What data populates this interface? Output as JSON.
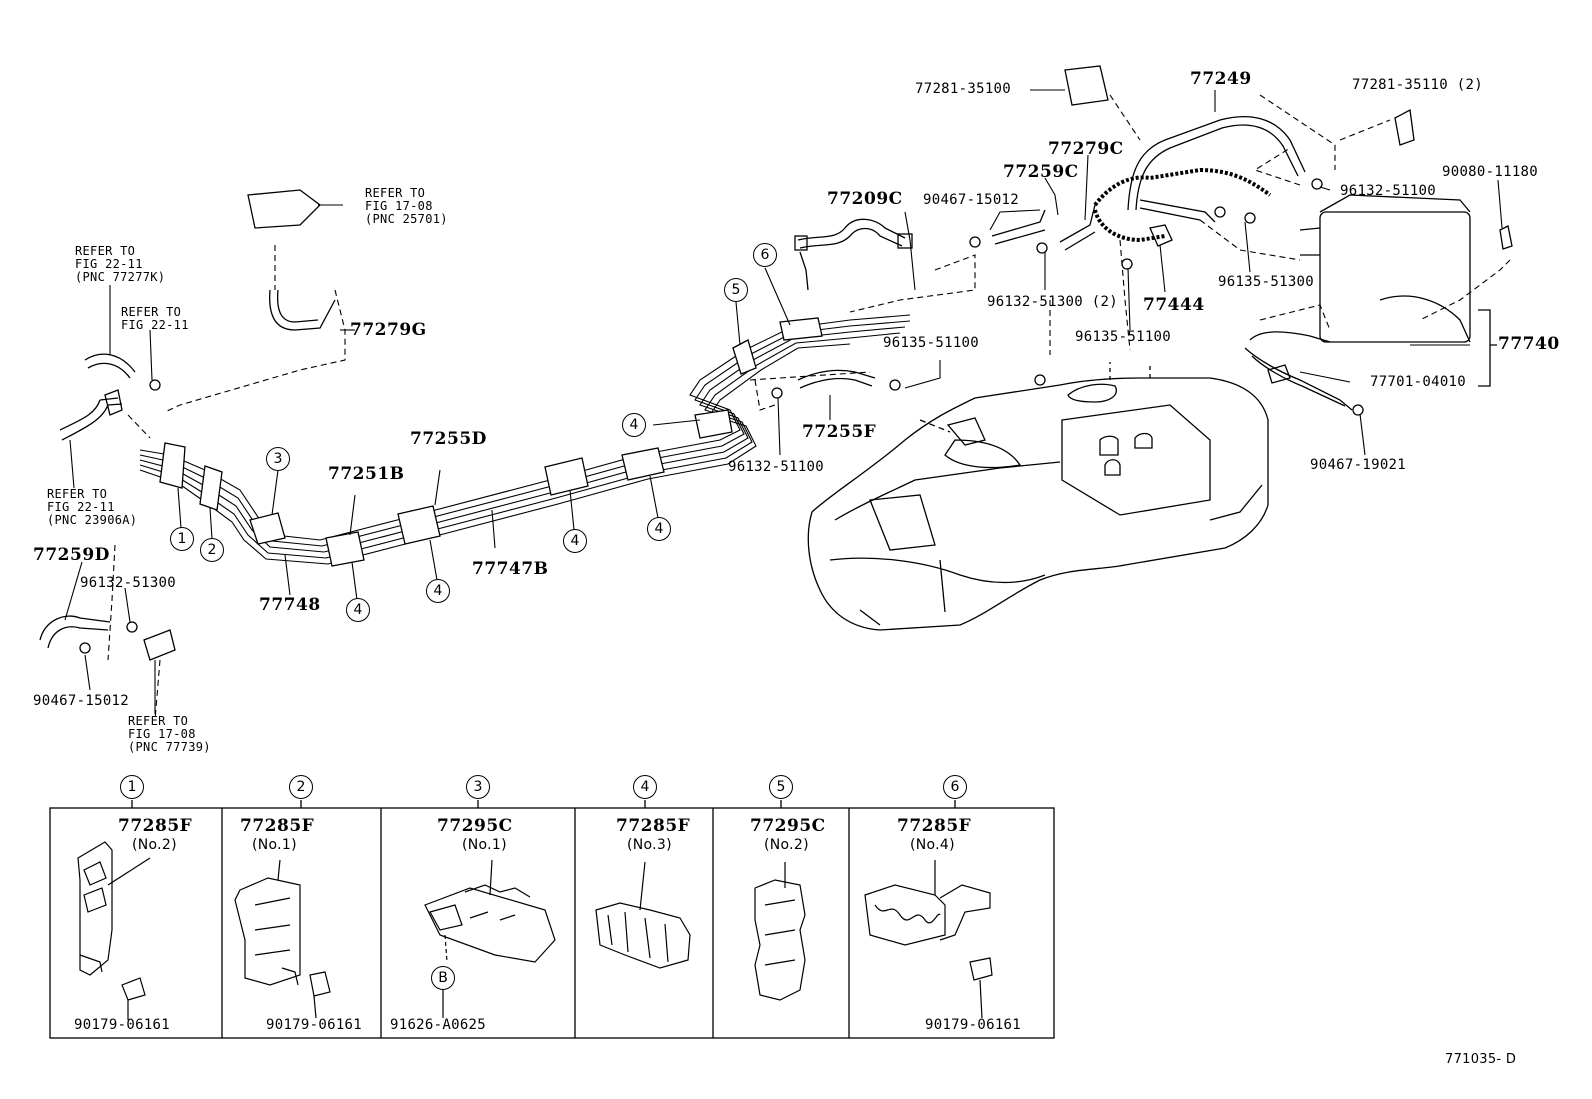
{
  "callouts": {
    "p77281_35100": "77281-35100",
    "p77249": "77249",
    "p77281_35110": "77281-35110 (2)",
    "p90080_11180": "90080-11180",
    "p96132_51100_a": "96132-51100",
    "p77279C": "77279C",
    "p77259C": "77259C",
    "p77209C": "77209C",
    "p90467_15012_a": "90467-15012",
    "p96132_51300_2": "96132-51300 (2)",
    "p77444": "77444",
    "p96135_51300": "96135-51300",
    "p96135_51100_a": "96135-51100",
    "p96135_51100_b": "96135-51100",
    "p77740": "77740",
    "p77701_04010": "77701-04010",
    "p90467_19021": "90467-19021",
    "p77255F": "77255F",
    "p96132_51100_b": "96132-51100",
    "p77255D": "77255D",
    "p77251B": "77251B",
    "p77747B": "77747B",
    "p77748": "77748",
    "p77279G": "77279G",
    "p77259D": "77259D",
    "p96132_51300": "96132-51300",
    "p90467_15012_b": "90467-15012",
    "figure_code": "771035- D"
  },
  "refer_notes": {
    "r1": [
      "REFER TO",
      "FIG 17-08",
      "(PNC 25701)"
    ],
    "r2": [
      "REFER TO",
      "FIG 22-11",
      "(PNC 77277K)"
    ],
    "r3": [
      "REFER TO",
      "FIG 22-11"
    ],
    "r4": [
      "REFER TO",
      "FIG 22-11",
      "(PNC 23906A)"
    ],
    "r5": [
      "REFER TO",
      "FIG 17-08",
      "(PNC 77739)"
    ]
  },
  "clamp_markers": [
    "1",
    "2",
    "3",
    "4",
    "5",
    "6"
  ],
  "detail_table": {
    "cells": [
      {
        "marker": "1",
        "part": "77285F",
        "sub": "(No.2)",
        "bottom": "90179-06161"
      },
      {
        "marker": "2",
        "part": "77285F",
        "sub": "(No.1)",
        "bottom": "90179-06161"
      },
      {
        "marker": "3",
        "part": "77295C",
        "sub": "(No.1)",
        "bottom": "91626-A0625",
        "letter": "B"
      },
      {
        "marker": "4",
        "part": "77285F",
        "sub": "(No.3)",
        "bottom": ""
      },
      {
        "marker": "5",
        "part": "77295C",
        "sub": "(No.2)",
        "bottom": ""
      },
      {
        "marker": "6",
        "part": "77285F",
        "sub": "(No.4)",
        "bottom": "90179-06161"
      }
    ]
  }
}
